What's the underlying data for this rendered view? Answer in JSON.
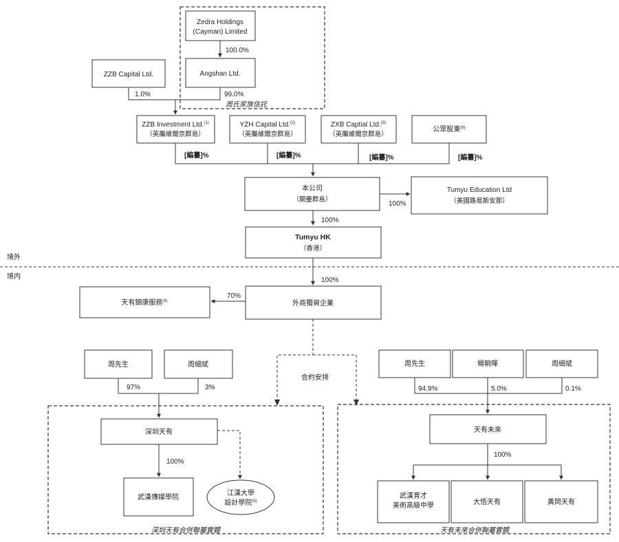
{
  "regions": {
    "offshore_label": "境外",
    "onshore_label": "境内",
    "family_trust_caption": "周氏家族信託",
    "shenzhen_group_caption": "深圳天有合併聯屬實體",
    "tianyou_future_group_caption": "天有未來合併聯屬實體",
    "contract_label": "合約安排"
  },
  "entities": {
    "zedra": {
      "line1": "Zedra Holdings",
      "line2": "(Cayman) Limited"
    },
    "angshan": {
      "name": "Angshan Ltd."
    },
    "zzb_capital": {
      "name": "ZZB Capital Ltd."
    },
    "zzb_investment": {
      "name": "ZZB Investment Ltd.",
      "note": "(1)",
      "place": "（英屬維爾京群島）"
    },
    "yzh_capital": {
      "name": "YZH Capital Ltd.",
      "note": "(2)",
      "place": "（英屬維爾京群島）"
    },
    "zxb_capital": {
      "name": "ZXB Captial Ltd.",
      "note": "(3)",
      "place": "（英屬維爾京群島）"
    },
    "public_shareholders": {
      "name": "公眾股東",
      "note": "(6)"
    },
    "company": {
      "name": "本公司",
      "place": "（開曼群島）"
    },
    "tumyu_education": {
      "name": "Tumyu Education Ltd",
      "place": "（美國路易斯安那）"
    },
    "tumyu_hk": {
      "name": "Tumyu HK",
      "place": "（香港）"
    },
    "wfoe": {
      "name": "外商獨資企業"
    },
    "tianyou_health": {
      "name": "天有錦康服務",
      "note": "(4)"
    },
    "mr_zhou_1": {
      "name": "周先生"
    },
    "zhou_xibin_1": {
      "name": "周細斌"
    },
    "shenzhen_tianyou": {
      "name": "深圳天有"
    },
    "wuhan_media": {
      "name": "武漢傳媒學院"
    },
    "jianghan_design": {
      "line1": "江漢大學",
      "line2": "設計學院",
      "note": "(5)"
    },
    "mr_zhou_2": {
      "name": "周先生"
    },
    "yang_chaohui": {
      "name": "楊朝暉"
    },
    "zhou_xibin_2": {
      "name": "周細斌"
    },
    "tianyou_future": {
      "name": "天有未來"
    },
    "wuhan_art_school": {
      "line1": "武漢育才",
      "line2": "美術高級中學"
    },
    "dawu_tianyou": {
      "name": "大悟天有"
    },
    "huanggang_tianyou": {
      "name": "黃岡天有"
    }
  },
  "ownership": {
    "zedra_to_angshan": "100.0%",
    "zzb_capital_pct": "1.0%",
    "angshan_pct": "99.0%",
    "zzb_investment_pct": "[編纂]%",
    "yzh_capital_pct": "[編纂]%",
    "zxb_capital_pct": "[編纂]%",
    "public_pct": "[編纂]%",
    "company_to_education": "100%",
    "company_to_hk": "100%",
    "hk_to_wfoe": "100%",
    "wfoe_to_health": "70%",
    "zhou_to_shenzhen": "97%",
    "zhou_xibin_to_shenzhen": "3%",
    "shenzhen_to_wuhan_media": "100%",
    "zhou_to_future": "94.9%",
    "yang_to_future": "5.0%",
    "zhou_xibin_to_future": "0.1%",
    "future_to_subs": "100%"
  }
}
